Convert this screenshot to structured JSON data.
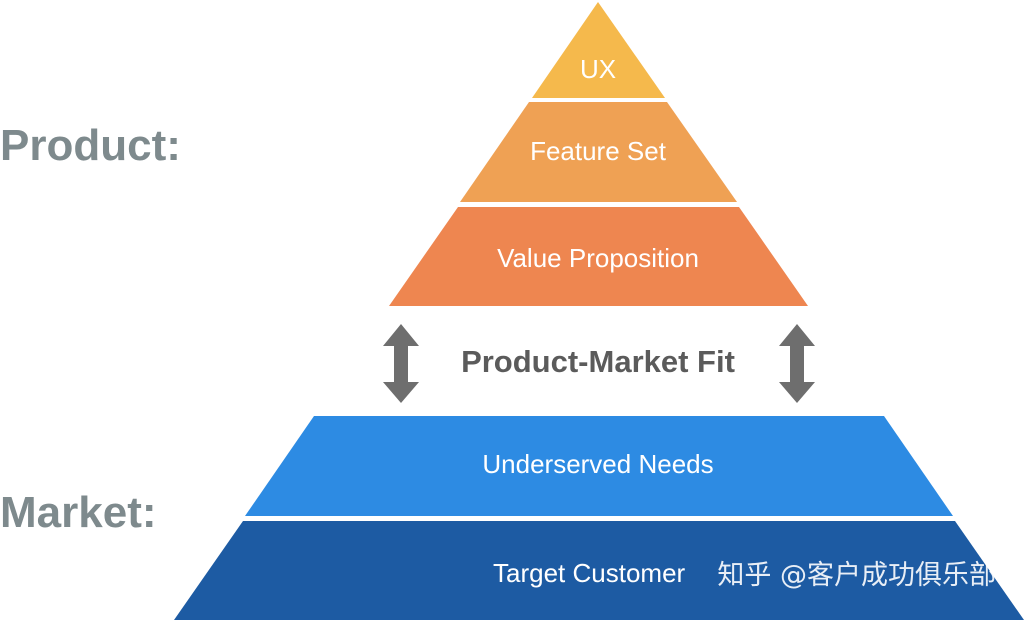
{
  "labels": {
    "product": "Product:",
    "market": "Market:"
  },
  "product_layers": [
    {
      "label": "UX",
      "color": "#f5b94c"
    },
    {
      "label": "Feature Set",
      "color": "#efa154"
    },
    {
      "label": "Value Proposition",
      "color": "#ee8650"
    }
  ],
  "fit": {
    "label": "Product-Market Fit",
    "arrow_color": "#6e6e6e"
  },
  "market_layers": [
    {
      "label": "Underserved Needs",
      "color": "#2d8be3"
    },
    {
      "label": "Target Customer",
      "color": "#1d5ba3"
    }
  ],
  "watermark": "知乎 @客户成功俱乐部"
}
